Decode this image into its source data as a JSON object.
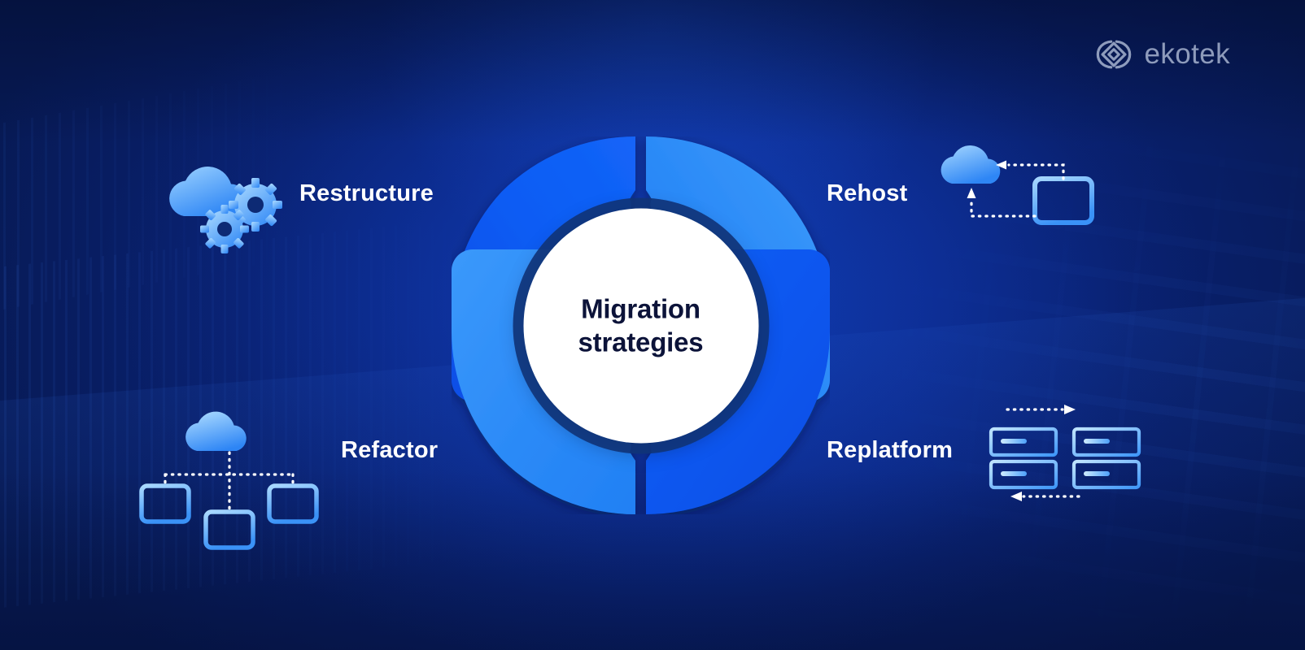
{
  "brand": {
    "logo_icon": "ekotek-infinity-diamond-logo-icon",
    "name": "ekotek",
    "logo_color": "#c3cfe6"
  },
  "center": {
    "title": "Migration\nstrategies",
    "text_color": "#0c1339",
    "disc_color": "#ffffff"
  },
  "diagram": {
    "type": "donut-quadrants",
    "segments": [
      {
        "id": "restructure",
        "label": "Restructure",
        "position": "top-left",
        "color": "#0c5bf2",
        "icon": "cloud-with-gears-icon"
      },
      {
        "id": "rehost",
        "label": "Rehost",
        "position": "top-right",
        "color": "#2d8cf7",
        "icon": "cloud-monitor-arrows-icon"
      },
      {
        "id": "refactor",
        "label": "Refactor",
        "position": "bottom-left",
        "color": "#2f8bf8",
        "icon": "cloud-network-monitors-icon"
      },
      {
        "id": "replatform",
        "label": "Replatform",
        "position": "bottom-right",
        "color": "#0c56f0",
        "icon": "server-racks-arrows-icon"
      }
    ]
  },
  "palette": {
    "background_deep": "#071a52",
    "background_mid": "#0a2478",
    "background_glow": "#103bb0",
    "blue_bright": "#2d8cf7",
    "blue_deep": "#0c5bf2",
    "icon_light": "#9fd0ff",
    "white": "#ffffff"
  }
}
